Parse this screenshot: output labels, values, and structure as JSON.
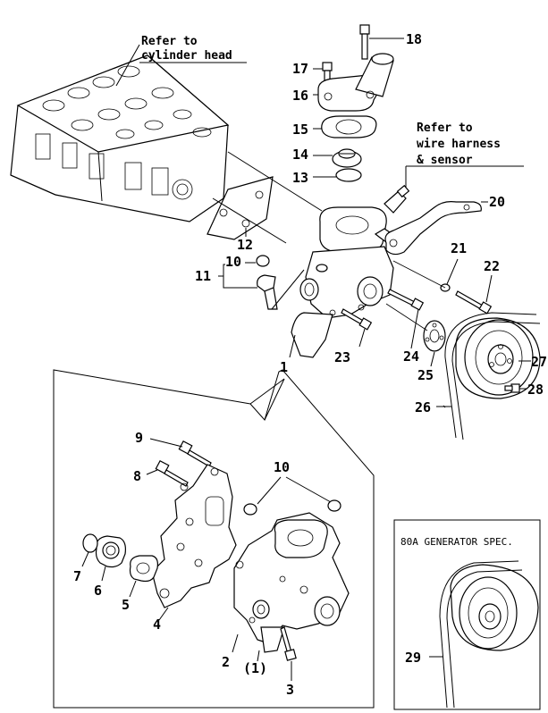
{
  "notes": {
    "cylinder_head": [
      "Refer to",
      "cylinder head"
    ],
    "wire_harness": [
      "Refer to",
      "wire harness",
      "& sensor"
    ]
  },
  "spec_box": {
    "title": "80A GENERATOR SPEC."
  },
  "callouts": {
    "c1": "1",
    "c2": "2",
    "c1p": "(1)",
    "c3": "3",
    "c4": "4",
    "c5": "5",
    "c6": "6",
    "c7": "7",
    "c8": "8",
    "c9": "9",
    "c10a": "10",
    "c10b": "10",
    "c11": "11",
    "c12": "12",
    "c13": "13",
    "c14": "14",
    "c15": "15",
    "c16": "16",
    "c17": "17",
    "c18": "18",
    "c20": "20",
    "c21": "21",
    "c22": "22",
    "c23": "23",
    "c24": "24",
    "c25": "25",
    "c26": "26",
    "c27": "27",
    "c28": "28",
    "c29": "29"
  }
}
